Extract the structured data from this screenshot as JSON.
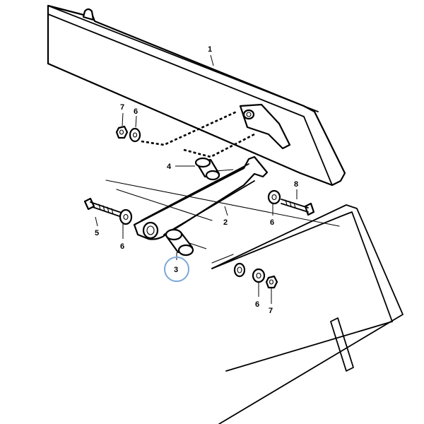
{
  "diagram": {
    "callouts": [
      {
        "id": "c1",
        "text": "1"
      },
      {
        "id": "c2",
        "text": "2"
      },
      {
        "id": "c3",
        "text": "3"
      },
      {
        "id": "c4",
        "text": "4"
      },
      {
        "id": "c5",
        "text": "5"
      },
      {
        "id": "c6a",
        "text": "6"
      },
      {
        "id": "c6b",
        "text": "6"
      },
      {
        "id": "c6c",
        "text": "6"
      },
      {
        "id": "c6d",
        "text": "6"
      },
      {
        "id": "c7a",
        "text": "7"
      },
      {
        "id": "c7b",
        "text": "7"
      },
      {
        "id": "c8",
        "text": "8"
      }
    ],
    "highlight_color": "#7ba7d8",
    "line_color": "#000000"
  }
}
